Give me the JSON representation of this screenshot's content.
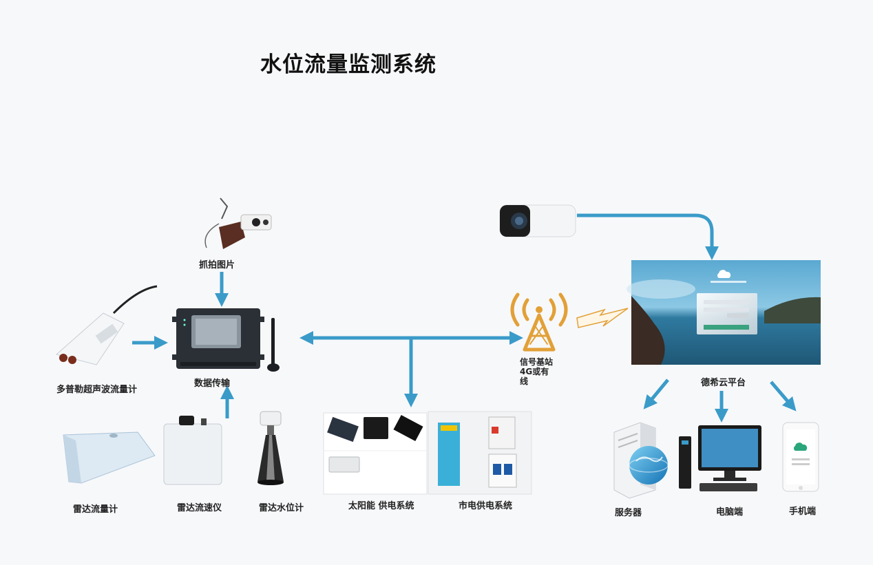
{
  "title": "水位流量监测系统",
  "colors": {
    "arrow": "#3a9bc9",
    "antenna": "#e2a037",
    "device_dark": "#2b2f36",
    "sky": "#6fb6d8",
    "sea": "#2f6f8f"
  },
  "nodes": {
    "capture_photo": "抓拍图片",
    "doppler_meter": "多普勒超声波流量计",
    "data_transfer": "数据传输",
    "radar_flowmeter": "雷达流量计",
    "radar_velocimeter": "雷达流速仪",
    "radar_level": "雷达水位计",
    "solar_power": "太阳能 供电系统",
    "grid_power": "市电供电系统",
    "base_station": [
      "信号基站",
      "4G或有",
      "线"
    ],
    "cloud_platform": "德希云平台",
    "server": "服务器",
    "pc": "电脑端",
    "mobile": "手机端"
  },
  "icons": {
    "camera_top": "surveillance-camera-icon",
    "camera_right": "bullet-camera-icon",
    "tower": "signal-tower-icon",
    "lightning": "wireless-link-icon",
    "server": "server-globe-icon",
    "pc": "desktop-computer-icon",
    "mobile": "smartphone-icon"
  }
}
